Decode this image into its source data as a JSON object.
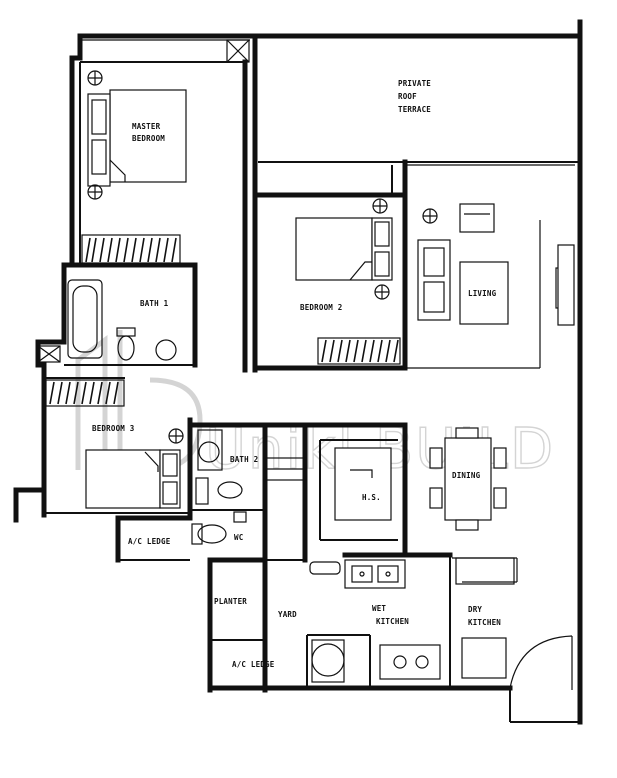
{
  "rooms": {
    "private_roof_terrace": [
      "PRIVATE",
      "ROOF",
      "TERRACE"
    ],
    "master_bedroom": [
      "MASTER",
      "BEDROOM"
    ],
    "bedroom_2": "BEDROOM 2",
    "living": "LIVING",
    "bath_1": "BATH 1",
    "bedroom_3": "BEDROOM 3",
    "bath_2": "BATH 2",
    "hs": "H.S.",
    "dining": "DINING",
    "ac_ledge_left": "A/C LEDGE",
    "wc": "WC",
    "planter": "PLANTER",
    "yard": "YARD",
    "wet_kitchen": [
      "WET",
      "KITCHEN"
    ],
    "dry_kitchen": [
      "DRY",
      "KITCHEN"
    ],
    "ac_ledge_bottom": "A/C LEDGE"
  },
  "watermark": {
    "text": "Unikl.BUILD"
  }
}
